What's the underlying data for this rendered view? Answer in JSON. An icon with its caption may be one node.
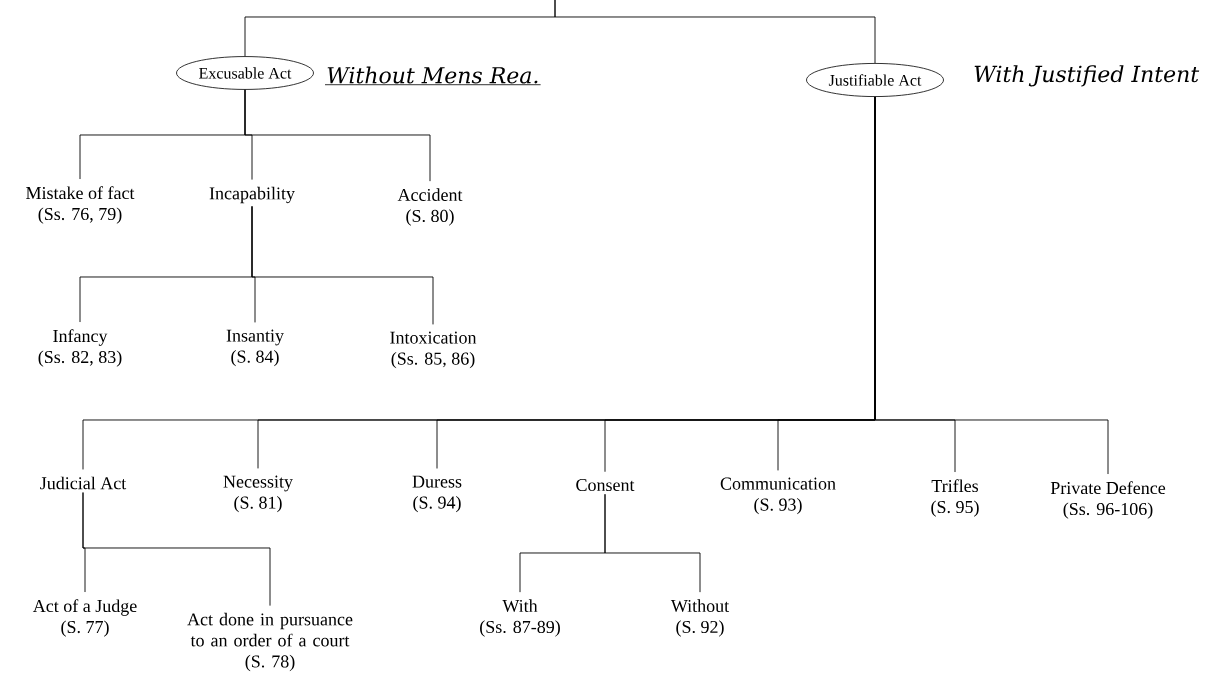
{
  "diagram": {
    "nodes": [
      {
        "text": [
          "Excusable Act"
        ],
        "beside": [
          "Without Mens Rea."
        ]
      },
      {
        "text": [
          "Justifiable Act"
        ],
        "beside": [
          "With Justified Intent"
        ]
      },
      {
        "text": [
          "Mistake of fact",
          "(Ss. 76, 79)"
        ]
      },
      {
        "text": [
          "Incapability"
        ]
      },
      {
        "text": [
          "Accident",
          "(S. 80)"
        ]
      },
      {
        "text": [
          "Infancy",
          "(Ss. 82, 83)"
        ]
      },
      {
        "text": [
          "Insantiy",
          "(S. 84)"
        ]
      },
      {
        "text": [
          "Intoxication",
          "(Ss. 85, 86)"
        ]
      },
      {
        "text": [
          "Judicial Act"
        ]
      },
      {
        "text": [
          "Necessity",
          "(S. 81)"
        ]
      },
      {
        "text": [
          "Duress",
          "(S. 94)"
        ]
      },
      {
        "text": [
          "Consent"
        ]
      },
      {
        "text": [
          "Communication",
          "(S. 93)"
        ]
      },
      {
        "text": [
          "Trifles",
          "(S. 95)"
        ]
      },
      {
        "text": [
          "Private Defence",
          "(Ss. 96-106)"
        ]
      },
      {
        "text": [
          "Act of a Judge",
          "(S. 77)"
        ]
      },
      {
        "text": [
          "Act done in pursuance to an order of a court",
          "(S. 78)"
        ]
      },
      {
        "text": [
          "With",
          "(Ss. 87-89)"
        ]
      },
      {
        "text": [
          "Without",
          "(S. 92)"
        ]
      }
    ],
    "edges": [
      {
        "from": null,
        "to": 0,
        "arrow": "none"
      },
      {
        "from": null,
        "to": 1,
        "arrow": "none"
      },
      {
        "from": 0,
        "to": 2,
        "arrow": "none"
      },
      {
        "from": 0,
        "to": 3,
        "arrow": "none"
      },
      {
        "from": 0,
        "to": 4,
        "arrow": "none"
      },
      {
        "from": 3,
        "to": 5,
        "arrow": "none"
      },
      {
        "from": 3,
        "to": 6,
        "arrow": "none"
      },
      {
        "from": 3,
        "to": 7,
        "arrow": "none"
      },
      {
        "from": 1,
        "to": 8,
        "arrow": "none"
      },
      {
        "from": 1,
        "to": 9,
        "arrow": "none"
      },
      {
        "from": 1,
        "to": 10,
        "arrow": "none"
      },
      {
        "from": 1,
        "to": 11,
        "arrow": "none"
      },
      {
        "from": 1,
        "to": 12,
        "arrow": "none"
      },
      {
        "from": 1,
        "to": 13,
        "arrow": "none"
      },
      {
        "from": 1,
        "to": 14,
        "arrow": "none"
      },
      {
        "from": 8,
        "to": 15,
        "arrow": "none"
      },
      {
        "from": 8,
        "to": 16,
        "arrow": "none"
      },
      {
        "from": 11,
        "to": 17,
        "arrow": "none"
      },
      {
        "from": 11,
        "to": 18,
        "arrow": "none"
      }
    ]
  }
}
